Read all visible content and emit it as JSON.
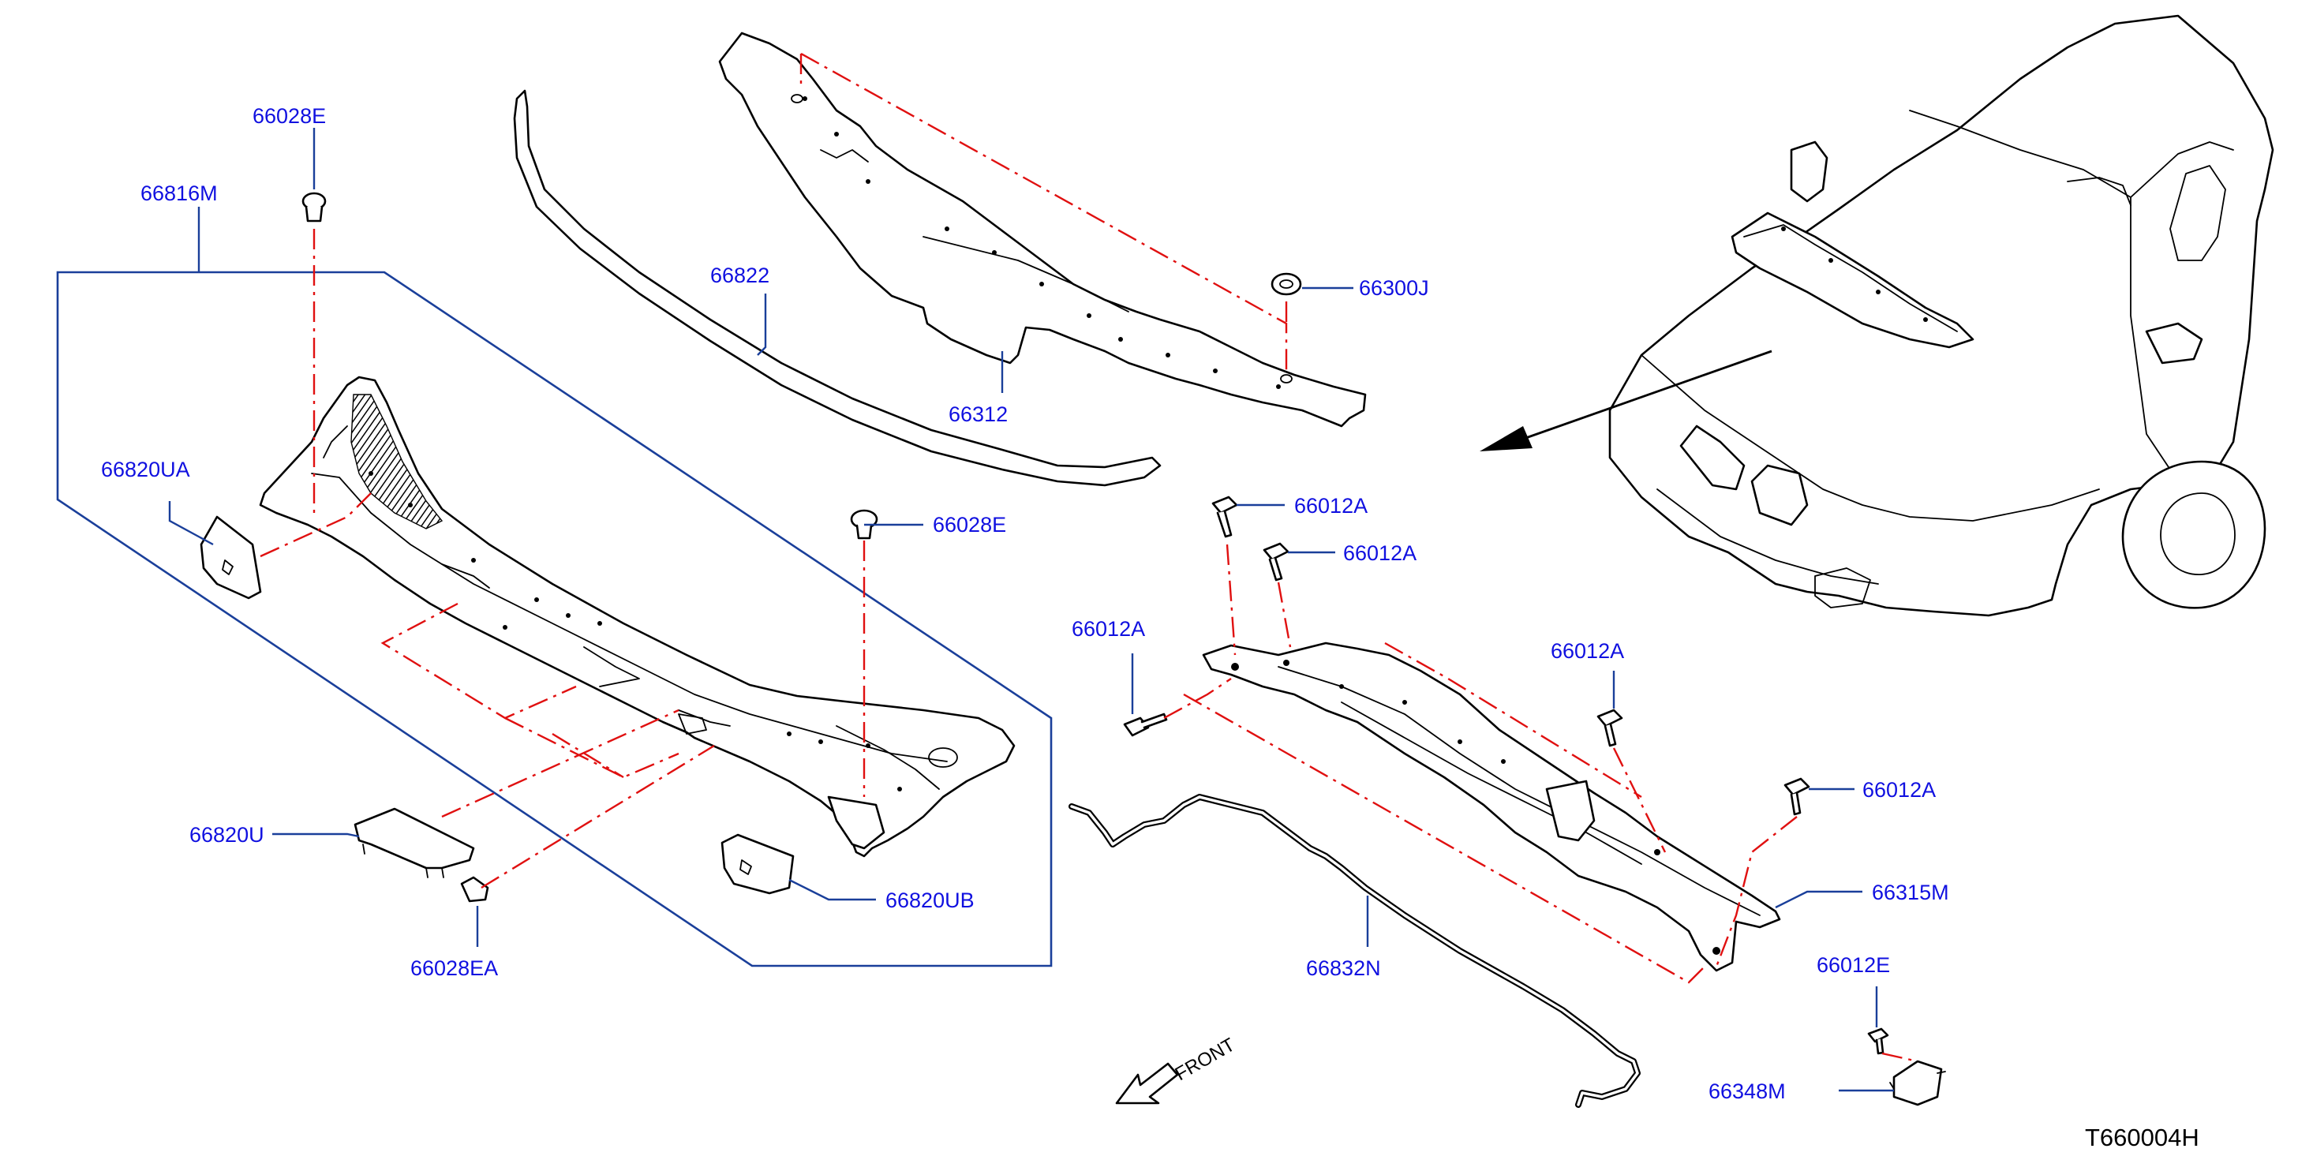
{
  "labels": {
    "p66028E_top": "66028E",
    "p66816M": "66816M",
    "p66822": "66822",
    "p66312": "66312",
    "p66300J": "66300J",
    "p66820UA": "66820UA",
    "p66028E_mid": "66028E",
    "p66012A_1": "66012A",
    "p66012A_2": "66012A",
    "p66012A_3": "66012A",
    "p66012A_4": "66012A",
    "p66012A_5": "66012A",
    "p66820U": "66820U",
    "p66820UB": "66820UB",
    "p66028EA": "66028EA",
    "p66832N": "66832N",
    "p66315M": "66315M",
    "p66012E": "66012E",
    "p66348M": "66348M"
  },
  "direction_label": "FRONT",
  "reference_code": "T660004H",
  "colors": {
    "label_text": "#1010e0",
    "leader_line": "#1a3f9a",
    "assembly_line": "#e01010",
    "part_outline": "#000000"
  }
}
